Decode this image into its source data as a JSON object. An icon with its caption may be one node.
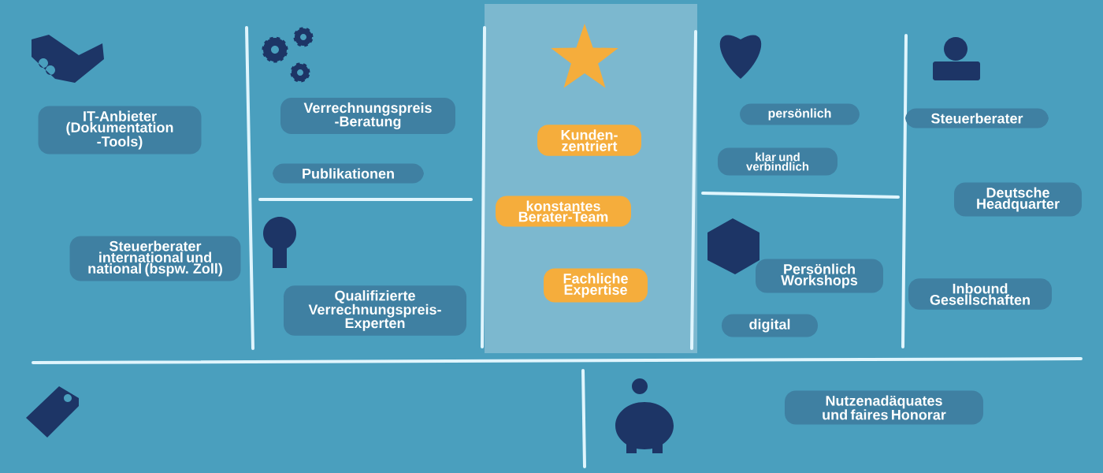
{
  "diagram": {
    "nodes": [
      {
        "text": [
          "IT-Anbieter (Dokumentation -Tools)"
        ]
      },
      {
        "text": [
          "Steuerberater international und national (bspw. Zoll)"
        ]
      },
      {
        "text": [
          "Verrechnungspreis -Beratung"
        ]
      },
      {
        "text": [
          "Publikationen"
        ]
      },
      {
        "text": [
          "Qualifizierte Verrechnungspreis-Experten"
        ]
      },
      {
        "text": [
          "Kunden- zentriert"
        ]
      },
      {
        "text": [
          "konstantes Berater-Team"
        ]
      },
      {
        "text": [
          "Fachliche Expertise"
        ]
      },
      {
        "text": [
          "persönlich"
        ]
      },
      {
        "text": [
          "klar und verbindlich"
        ]
      },
      {
        "text": [
          "Persönlich Workshops"
        ]
      },
      {
        "text": [
          "digital"
        ]
      },
      {
        "text": [
          "Steuerberater"
        ]
      },
      {
        "text": [
          "Deutsche Headquarter"
        ]
      },
      {
        "text": [
          "Inbound Gesellschaften"
        ]
      },
      {
        "text": [
          "Nutzenadäquates und faires Honorar"
        ]
      }
    ]
  }
}
